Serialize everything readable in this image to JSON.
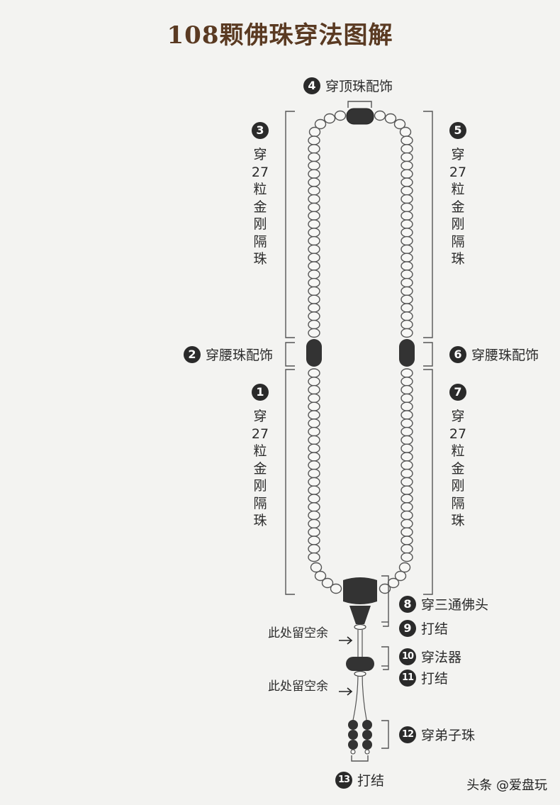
{
  "title": "108颗佛珠穿法图解",
  "steps": {
    "s1": {
      "num": "1",
      "lines": [
        "穿",
        "27",
        "粒",
        "金",
        "刚",
        "隔",
        "珠"
      ]
    },
    "s2": {
      "num": "2",
      "label": "穿腰珠配饰"
    },
    "s3": {
      "num": "3",
      "lines": [
        "穿",
        "27",
        "粒",
        "金",
        "刚",
        "隔",
        "珠"
      ]
    },
    "s4": {
      "num": "4",
      "label": "穿顶珠配饰"
    },
    "s5": {
      "num": "5",
      "lines": [
        "穿",
        "27",
        "粒",
        "金",
        "刚",
        "隔",
        "珠"
      ]
    },
    "s6": {
      "num": "6",
      "label": "穿腰珠配饰"
    },
    "s7": {
      "num": "7",
      "lines": [
        "穿",
        "27",
        "粒",
        "金",
        "刚",
        "隔",
        "珠"
      ]
    },
    "s8": {
      "num": "8",
      "label": "穿三通佛头"
    },
    "s9": {
      "num": "9",
      "label": "打结"
    },
    "s10": {
      "num": "10",
      "label": "穿法器"
    },
    "s11": {
      "num": "11",
      "label": "打结"
    },
    "s12": {
      "num": "12",
      "label": "穿弟子珠"
    },
    "s13": {
      "num": "13",
      "label": "打结"
    }
  },
  "notes": {
    "leave_space_1": "此处留空余",
    "leave_space_2": "此处留空余"
  },
  "watermark": "头条 @爱盘玩",
  "colors": {
    "title": "#5a3a22",
    "bead_dark": "#333333",
    "background": "#f3f3f1"
  }
}
